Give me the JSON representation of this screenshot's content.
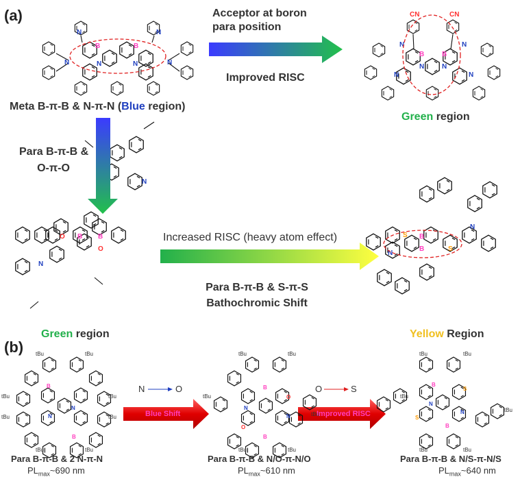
{
  "panels": {
    "a": "(a)",
    "b": "(b)"
  },
  "panel_a": {
    "top_left_caption_prefix": "Meta B-π-B & N-π-N (",
    "top_left_caption_blue": "Blue",
    "top_left_caption_suffix": " region)",
    "top_arrow_line1": "Acceptor at boron",
    "top_arrow_line2": "para position",
    "top_arrow_below": "Improved RISC",
    "top_right_caption_green": "Green",
    "top_right_caption_suffix": " region",
    "down_arrow_line1": "Para B-π-B &",
    "down_arrow_line2": "O-π-O",
    "mid_arrow_above": "Increased RISC (heavy atom effect)",
    "mid_arrow_below1": "Para B-π-B & S-π-S",
    "mid_arrow_below2": "Bathochromic Shift",
    "bottom_left_caption_green": "Green",
    "bottom_left_caption_suffix": " region",
    "bottom_right_caption_yellow": "Yellow",
    "bottom_right_caption_suffix": " Region"
  },
  "panel_b": {
    "arrow1_above_from": "N",
    "arrow1_above_to": "O",
    "arrow1_label": "Blue Shift",
    "arrow2_above_from": "O",
    "arrow2_above_to": "S",
    "arrow2_label": "Improved RISC",
    "mol1_name": "Para B-π-B & 2 N-π-N",
    "mol1_pl_prefix": "PL",
    "mol1_pl_sub": "max",
    "mol1_pl_value": "~690 nm",
    "mol2_name": "Para B-π-B & N/O-π-N/O",
    "mol2_pl_prefix": "PL",
    "mol2_pl_sub": "max",
    "mol2_pl_value": "~610 nm",
    "mol3_name": "Para B-π-B & N/S-π-N/S",
    "mol3_pl_prefix": "PL",
    "mol3_pl_sub": "max",
    "mol3_pl_value": "~640 nm"
  },
  "atoms": {
    "N": "N",
    "B": "B",
    "O": "O",
    "S": "S",
    "CN": "CN",
    "tBu": "tBu"
  },
  "colors": {
    "blue": "#1f3fbf",
    "green": "#22b04b",
    "yellow": "#f0c020",
    "magenta": "#ff3fbf",
    "red_arrow": "#e02020",
    "red_oval": "#e02020"
  }
}
